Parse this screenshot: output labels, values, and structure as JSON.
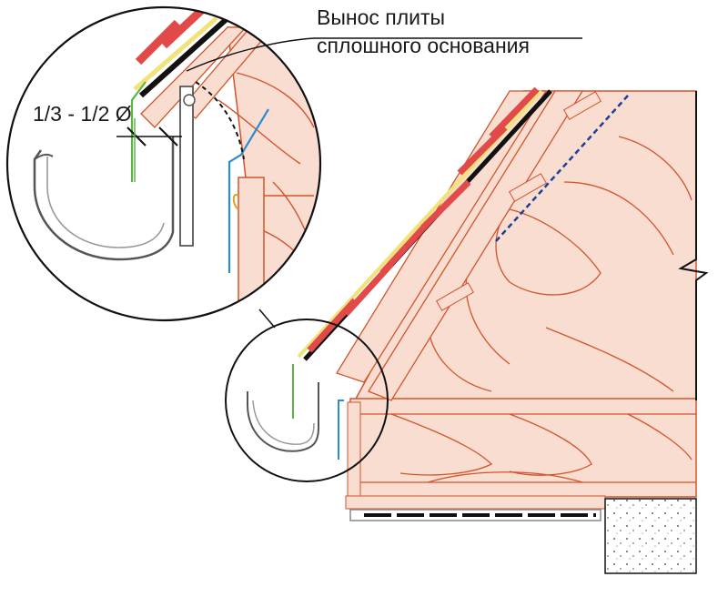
{
  "callout": {
    "line1": "Вынос плиты",
    "line2": "сплошного основания"
  },
  "dimension": {
    "label": "1/3 - 1/2 Ø"
  },
  "colors": {
    "wood_fill": "#f8ddd0",
    "wood_grain": "#d2542c",
    "shingle_red": "#e24a4a",
    "underlay_yellow": "#f2e27a",
    "membrane_black": "#111111",
    "drip_green": "#5bb543",
    "flashing_blue": "#2a8ad4",
    "vapor_dash": "#1c3f9a",
    "gutter_stroke": "#555555",
    "concrete_fill": "#ffffff"
  }
}
